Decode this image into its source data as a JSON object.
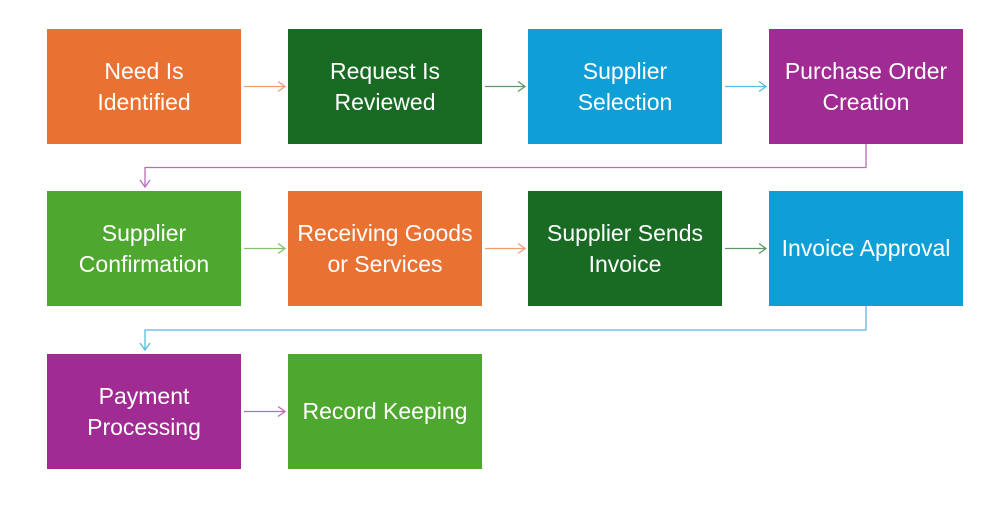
{
  "colors": {
    "orange": "#E97132",
    "dark_green": "#196B24",
    "blue": "#0F9ED5",
    "purple": "#A02B93",
    "green": "#4EA72E"
  },
  "steps": [
    {
      "label": "Need Is Identified",
      "color": "#E97132"
    },
    {
      "label": "Request Is Reviewed",
      "color": "#196B24"
    },
    {
      "label": "Supplier Selection",
      "color": "#0F9ED5"
    },
    {
      "label": "Purchase Order Creation",
      "color": "#A02B93"
    },
    {
      "label": "Supplier Confirmation",
      "color": "#4EA72E"
    },
    {
      "label": "Receiving Goods or Services",
      "color": "#E97132"
    },
    {
      "label": "Supplier Sends Invoice",
      "color": "#196B24"
    },
    {
      "label": "Invoice Approval",
      "color": "#0F9ED5"
    },
    {
      "label": "Payment Processing",
      "color": "#A02B93"
    },
    {
      "label": "Record Keeping",
      "color": "#4EA72E"
    }
  ]
}
